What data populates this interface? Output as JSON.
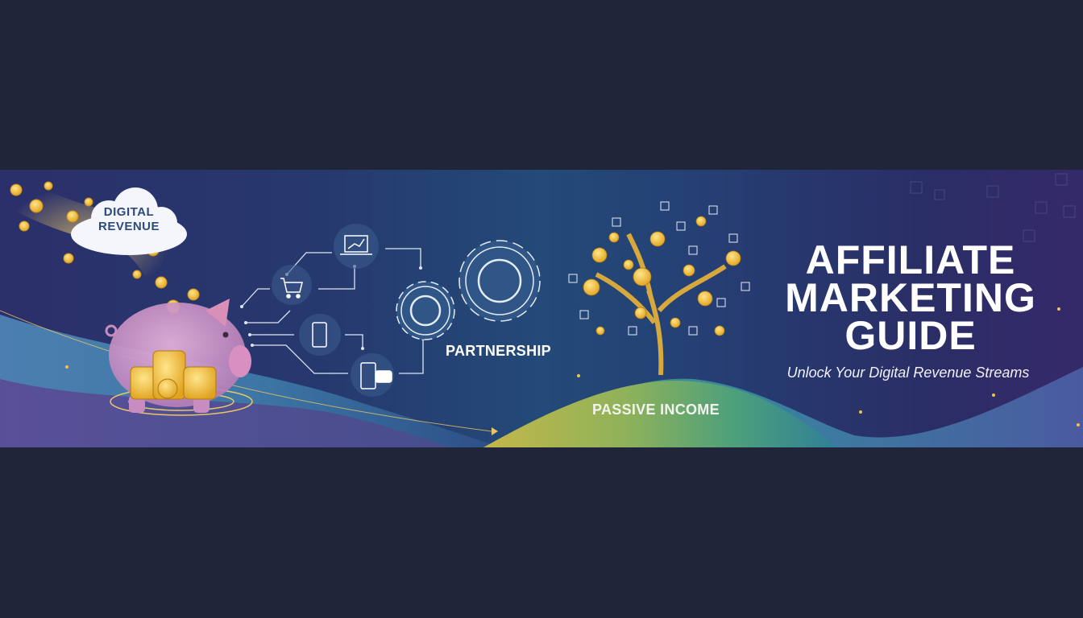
{
  "banner": {
    "cloud_label_line1": "DIGITAL",
    "cloud_label_line2": "REVENUE",
    "partnership_label": "PARTNERSHIP",
    "passive_income_label": "PASSIVE INCOME",
    "title_line1": "AFFILIATE",
    "title_line2": "MARKETING",
    "title_line3": "GUIDE",
    "tagline": "Unlock Your Digital Revenue Streams"
  },
  "icons": [
    "piggy-bank-icon",
    "coin-stream-icon",
    "cloud-icon",
    "laptop-chart-icon",
    "shopping-cart-icon",
    "smartphone-icon",
    "mobile-chat-icon",
    "gears-icon",
    "money-tree-icon"
  ],
  "colors": {
    "page_bg": "#212539",
    "banner_blue": "#234a78",
    "banner_purple": "#35296a",
    "gold": "#f2b92e",
    "piggy_pink": "#d79ac8",
    "wave_teal": "#3a8a9a",
    "hill_green": "#5aa870"
  }
}
